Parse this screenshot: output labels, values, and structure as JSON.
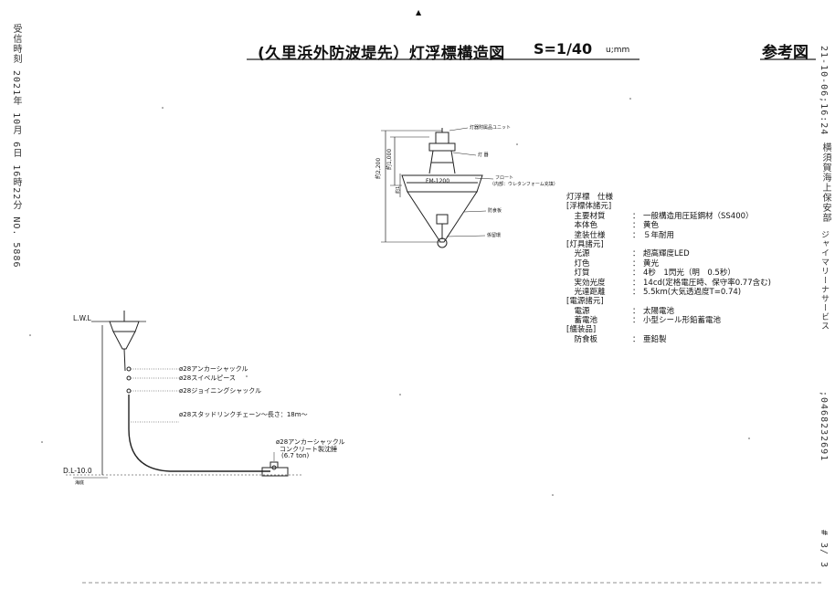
{
  "title": "(久里浜外防波堤先）灯浮標構造図",
  "scale": "S=1/40",
  "unit": "u;mm",
  "reference": "参考図",
  "marker": "▲",
  "side_left": "受信時刻 2021年 10月 6日 16時22分 NO. 5886",
  "side_right_date": "21-10-06;16:24",
  "side_right_fax": ";0468232691",
  "side_right_page": "# 3/ 3",
  "side_right_org_a": "横須賀海上保安部",
  "side_right_org_b": "ジャイマリーナサービス",
  "buoy": {
    "top_label": "灯器附属品ユニット",
    "lamp_label": "灯 器",
    "float_label": "フロート",
    "float_note": "（内部：ウレタンフォーム充填）",
    "mark_label": "FM-1200",
    "dim_overall": "約2,200",
    "dim_upper": "約1,000",
    "dim_side": "約1",
    "side_label_1": "防食板",
    "side_label_2": "係留環"
  },
  "mooring": {
    "lwl": "L.W.L",
    "dl": "D.L-10.0",
    "seabed": "海底",
    "items": [
      "ø28アンカーシャックル",
      "ø28スイベルピース",
      "ø28ジョイニングシャックル",
      "ø28スタッドリンクチェーン～長さ：18m～",
      "ø28アンカーシャックル",
      "コンクリート製沈錘",
      "(6.7 ton)"
    ]
  },
  "specs": {
    "header": "灯浮標　仕様",
    "rows": [
      {
        "c1": "[浮標体諸元]",
        "c2": "",
        "c3": ""
      },
      {
        "c1": "　主要材質",
        "c2": "：",
        "c3": "一般構造用圧延鋼材（SS400）"
      },
      {
        "c1": "　本体色",
        "c2": "：",
        "c3": "黄色"
      },
      {
        "c1": "　塗装仕様",
        "c2": "：",
        "c3": "５年耐用"
      },
      {
        "c1": "[灯具諸元]",
        "c2": "",
        "c3": ""
      },
      {
        "c1": "　光源",
        "c2": "：",
        "c3": "超高輝度LED"
      },
      {
        "c1": "　灯色",
        "c2": "：",
        "c3": "黄光"
      },
      {
        "c1": "　灯質",
        "c2": "：",
        "c3": "4秒　1閃光（明　0.5秒）"
      },
      {
        "c1": "　実効光度",
        "c2": "：",
        "c3": "14cd(定格電圧時、保守率0.77含む)"
      },
      {
        "c1": "　光達距離",
        "c2": "：",
        "c3": "5.5km(大気透過度T=0.74)"
      },
      {
        "c1": "[電源諸元]",
        "c2": "",
        "c3": ""
      },
      {
        "c1": "　電源",
        "c2": "：",
        "c3": "太陽電池"
      },
      {
        "c1": "　蓄電池",
        "c2": "：",
        "c3": "小型シール形鉛蓄電池"
      },
      {
        "c1": "[艤装品]",
        "c2": "",
        "c3": ""
      },
      {
        "c1": "　防食板",
        "c2": "：",
        "c3": "亜鉛製"
      }
    ]
  }
}
